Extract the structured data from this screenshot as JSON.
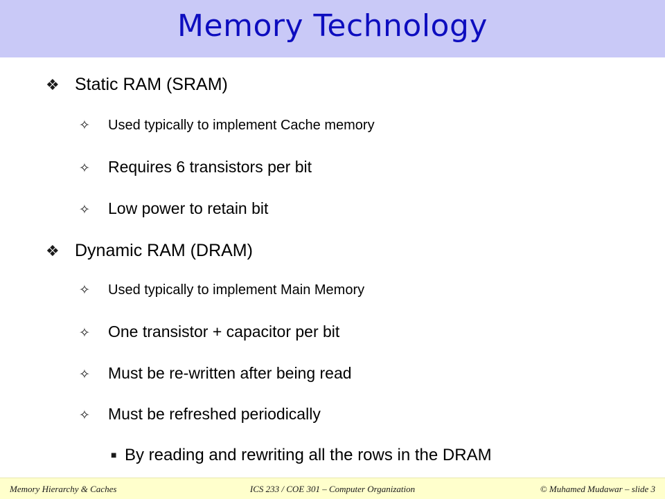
{
  "slide": {
    "title": "Memory Technology",
    "sections": [
      {
        "heading": "Static RAM (SRAM)",
        "items": [
          "Used typically to implement Cache memory",
          "Requires 6 transistors per bit",
          "Low power to retain bit"
        ]
      },
      {
        "heading": "Dynamic RAM (DRAM)",
        "items": [
          "Used typically to implement Main Memory",
          "One transistor + capacitor per bit",
          "Must be re-written after being read",
          "Must be refreshed periodically"
        ],
        "subitems": [
          "By reading and rewriting all the rows in the DRAM"
        ]
      }
    ]
  },
  "bullets": {
    "level1": "❖",
    "level2": "✧",
    "level3": "■"
  },
  "footer": {
    "left": "Memory Hierarchy & Caches",
    "center": "ICS 233 / COE 301 – Computer Organization",
    "right": "© Muhamed Mudawar – slide 3"
  },
  "colors": {
    "title_bar": "#c9c9f7",
    "title_text": "#0d0dbf",
    "footer_bar": "#ffffcc"
  }
}
